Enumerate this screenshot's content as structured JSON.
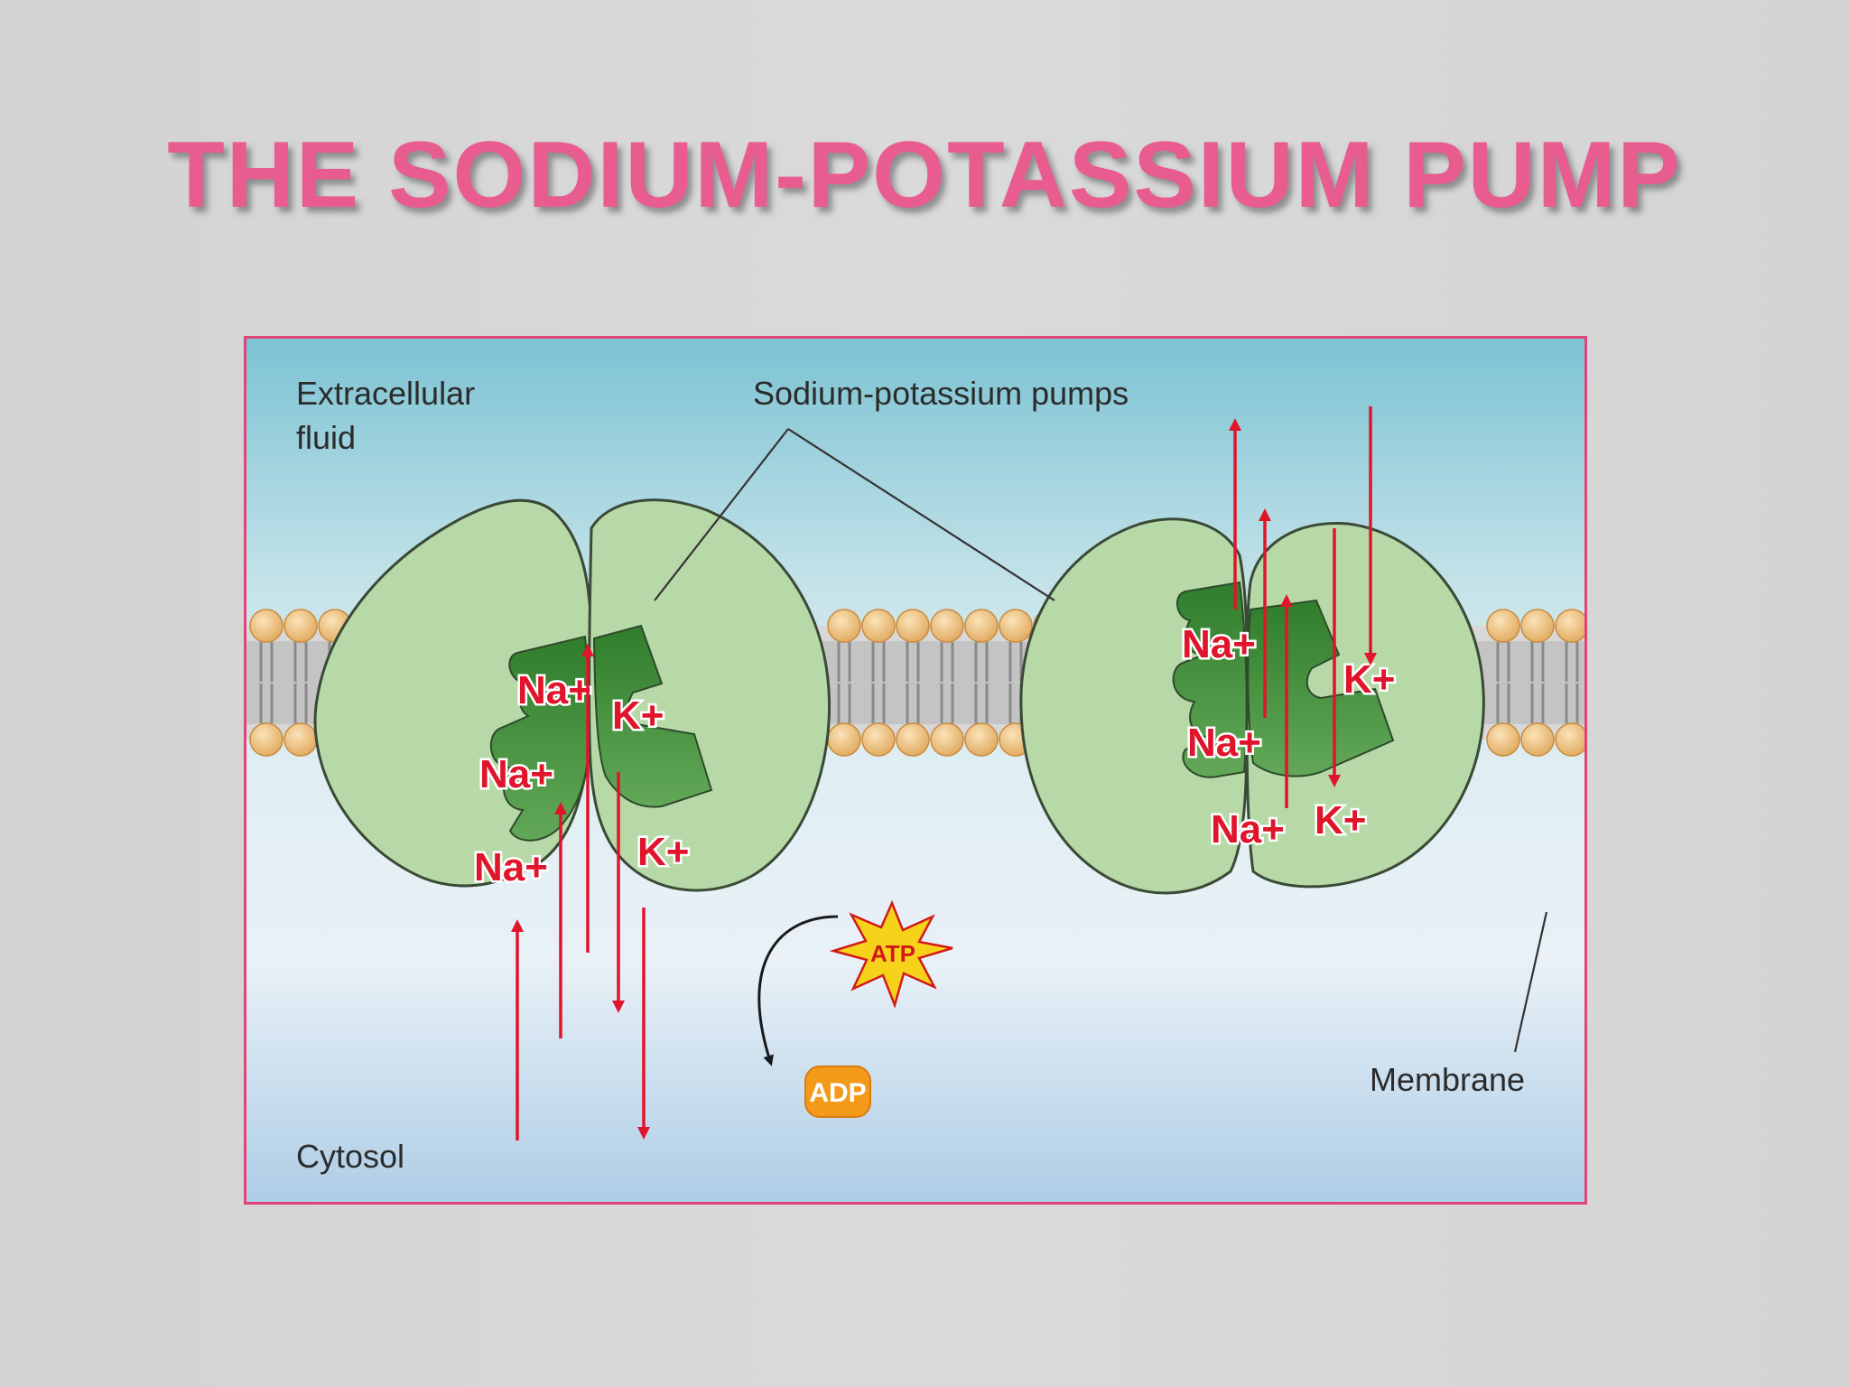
{
  "title": "THE SODIUM-POTASSIUM PUMP",
  "labels": {
    "extracellular_line1": "Extracellular",
    "extracellular_line2": "fluid",
    "pumps": "Sodium-potassium pumps",
    "membrane": "Membrane",
    "cytosol": "Cytosol"
  },
  "molecules": {
    "atp": "ATP",
    "adp": "ADP"
  },
  "ions": {
    "sodium": "Na+",
    "potassium": "K+"
  },
  "colors": {
    "title": "#e85c8f",
    "frame": "#e0447a",
    "protein": "#b7d9a8",
    "protein_dark": "#3f8f3a",
    "arrow": "#e0142b",
    "atp": "#f7d21b",
    "adp": "#f39a1b"
  }
}
